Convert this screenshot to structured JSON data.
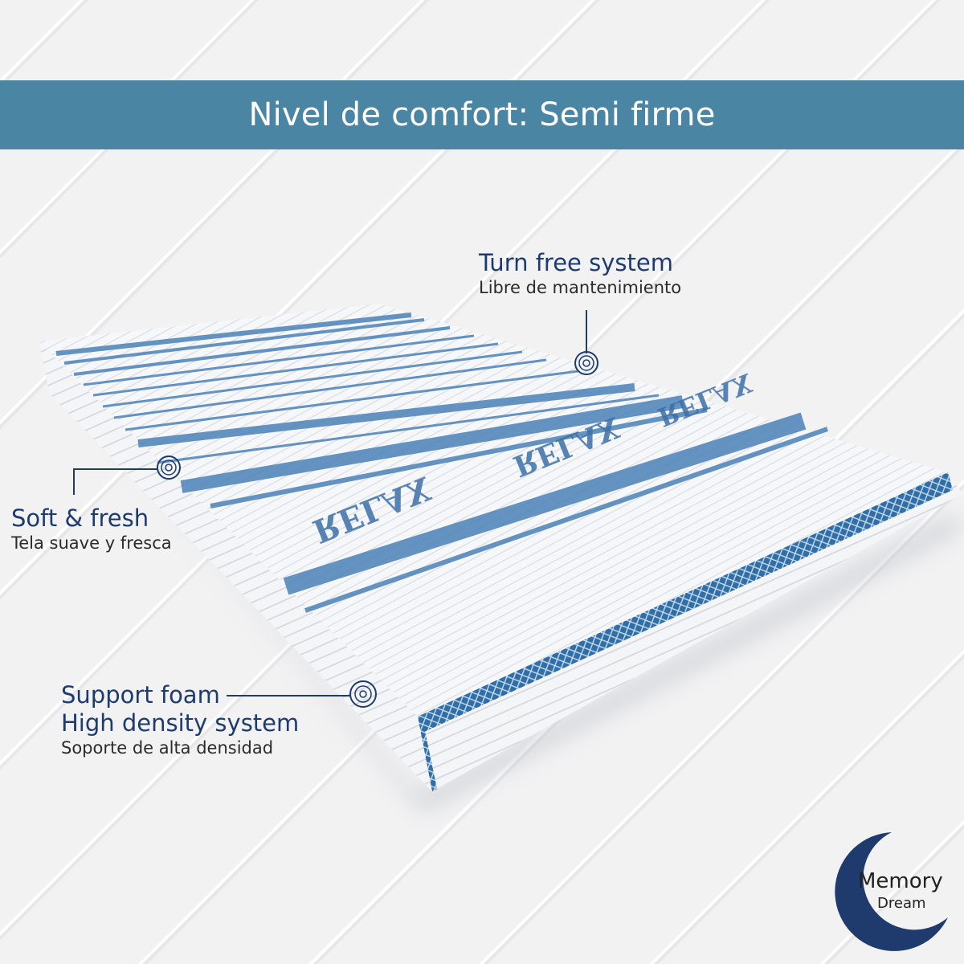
{
  "banner": {
    "title": "Nivel de comfort: Semi firme"
  },
  "features": [
    {
      "title": "Turn free system",
      "subtitle": "Libre de mantenimiento"
    },
    {
      "title": "Soft & fresh",
      "subtitle": "Tela suave y fresca"
    },
    {
      "title_line1": "Support foam",
      "title_line2": "High density system",
      "subtitle": "Soporte de alta densidad"
    }
  ],
  "mattress": {
    "print_text": "RELAX"
  },
  "logo": {
    "line1": "Memory",
    "line2": "Dream"
  },
  "colors": {
    "banner": "#4a86a3",
    "navy": "#1e3b6f",
    "stripe_blue": "#3f78b0",
    "fabric_white": "#f7f8fa"
  }
}
